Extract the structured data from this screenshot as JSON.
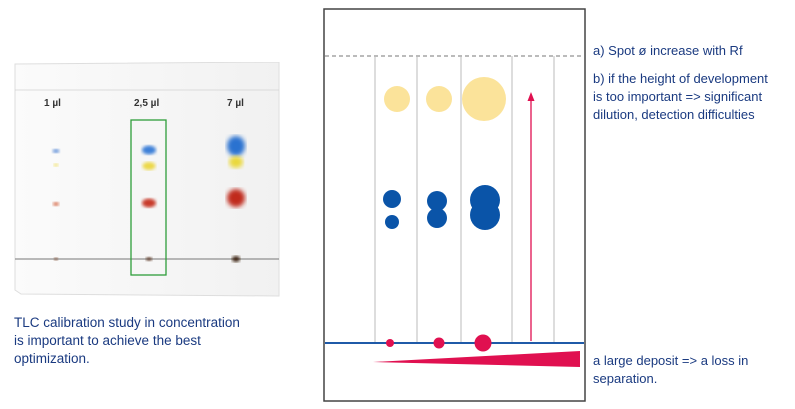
{
  "left_plate": {
    "lane_labels": [
      "1 µl",
      "2,5 µl",
      "7 µl"
    ],
    "highlight_color": "#2e9e3a"
  },
  "left_caption": [
    "TLC calibration study in concentration",
    "is important to achieve the best",
    "optimization."
  ],
  "notes": {
    "a": "a) Spot ø increase with Rf",
    "b": [
      "b) if the height of development",
      "is too  important => significant",
      "dilution, detection difficulties"
    ]
  },
  "bottom_note": [
    "a large deposit => a loss in",
    "separation."
  ],
  "colors": {
    "text": "#1a3a80",
    "spot_yellow": "#fbe39a",
    "spot_blue": "#0a54a8",
    "deposit_red": "#e01050",
    "baseline": "#1f5aa8"
  }
}
